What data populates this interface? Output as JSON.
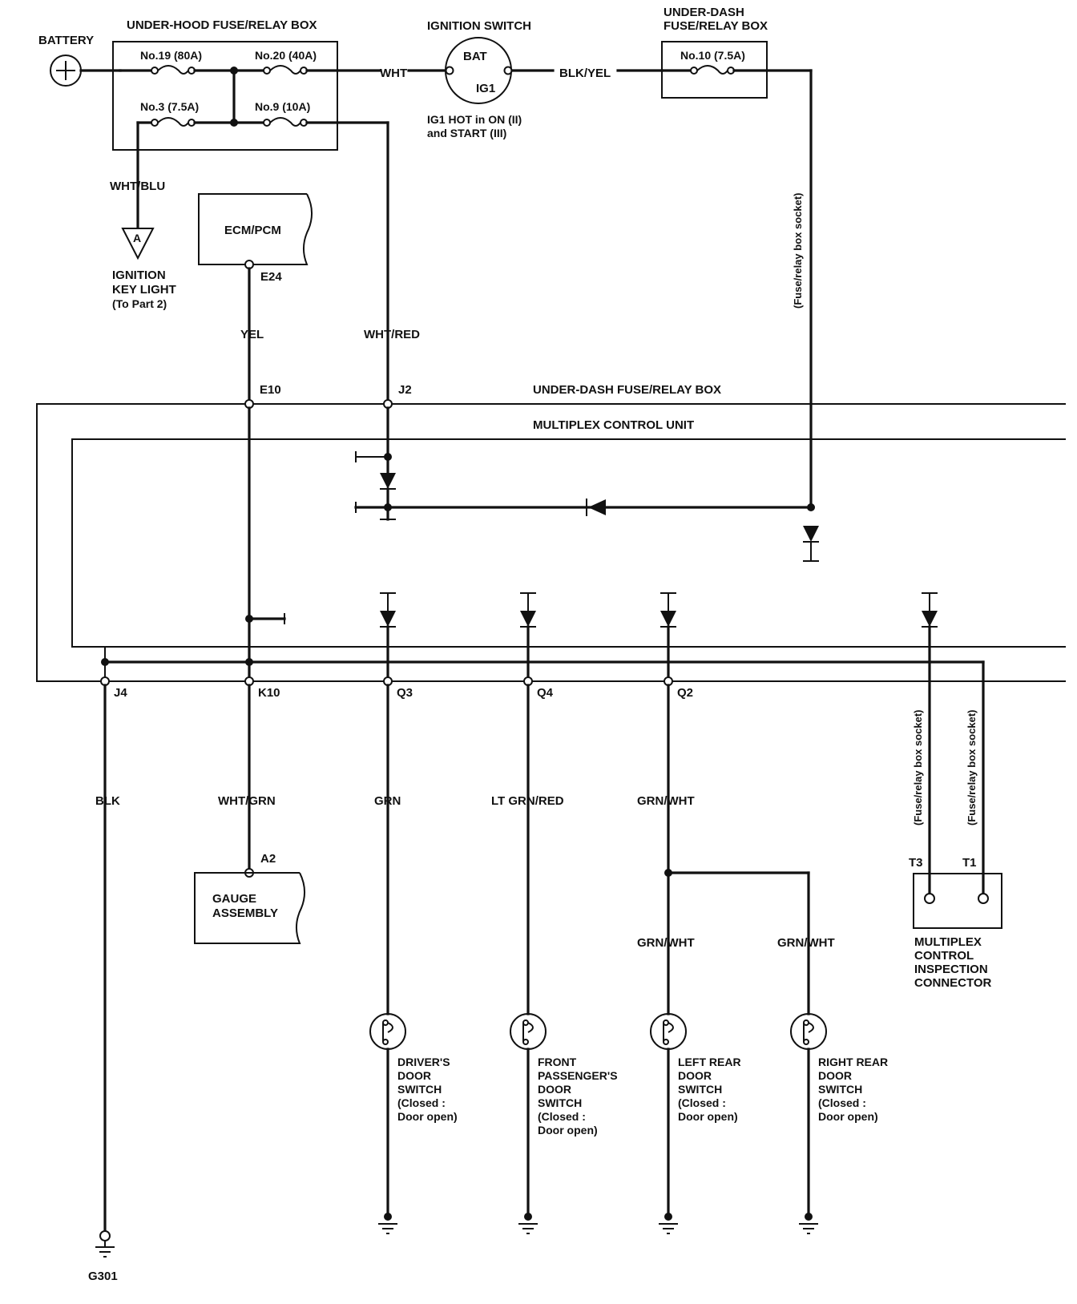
{
  "diagram": {
    "battery": {
      "label": "BATTERY",
      "icon": "plus-icon"
    },
    "under_hood_box": {
      "title": "UNDER-HOOD FUSE/RELAY BOX",
      "fuses": [
        "No.19 (80A)",
        "No.20 (40A)",
        "No.3 (7.5A)",
        "No.9 (10A)"
      ]
    },
    "ignition_switch": {
      "title": "IGNITION SWITCH",
      "bat": "BAT",
      "ig1": "IG1",
      "note_line1": "IG1 HOT in ON (II)",
      "note_line2": "and START (III)"
    },
    "under_dash_box_top": {
      "title_line1": "UNDER-DASH",
      "title_line2": "FUSE/RELAY BOX",
      "fuse": "No.10 (7.5A)"
    },
    "wires": {
      "wht": "WHT",
      "blk_yel": "BLK/YEL",
      "wht_blu": "WHT/BLU",
      "yel": "YEL",
      "wht_red": "WHT/RED",
      "blk": "BLK",
      "wht_grn": "WHT/GRN",
      "grn": "GRN",
      "lt_grn_red": "LT GRN/RED",
      "grn_wht": "GRN/WHT",
      "grn_wht_left": "GRN/WHT",
      "grn_wht_right": "GRN/WHT"
    },
    "socket_note": "(Fuse/relay box socket)",
    "ignition_key_light": {
      "connector": "A",
      "line1": "IGNITION",
      "line2": "KEY LIGHT",
      "line3": "(To Part 2)"
    },
    "ecm": {
      "label": "ECM/PCM",
      "pin": "E24"
    },
    "big_boxes": {
      "under_dash": "UNDER-DASH FUSE/RELAY BOX",
      "multiplex": "MULTIPLEX CONTROL UNIT"
    },
    "terminals": {
      "e10": "E10",
      "j2": "J2",
      "j4": "J4",
      "k10": "K10",
      "q3": "Q3",
      "q4": "Q4",
      "q2": "Q2",
      "a2": "A2",
      "t3": "T3",
      "t1": "T1"
    },
    "gauge": {
      "line1": "GAUGE",
      "line2": "ASSEMBLY"
    },
    "inspection_connector": {
      "line1": "MULTIPLEX",
      "line2": "CONTROL",
      "line3": "INSPECTION",
      "line4": "CONNECTOR"
    },
    "switches": [
      {
        "lines": [
          "DRIVER'S",
          "DOOR",
          "SWITCH",
          "(Closed :",
          "Door open)"
        ]
      },
      {
        "lines": [
          "FRONT",
          "PASSENGER'S",
          "DOOR",
          "SWITCH",
          "(Closed :",
          "Door open)"
        ]
      },
      {
        "lines": [
          "LEFT REAR",
          "DOOR",
          "SWITCH",
          "(Closed :",
          "Door open)"
        ]
      },
      {
        "lines": [
          "RIGHT REAR",
          "DOOR",
          "SWITCH",
          "(Closed :",
          "Door open)"
        ]
      }
    ],
    "ground": "G301"
  }
}
